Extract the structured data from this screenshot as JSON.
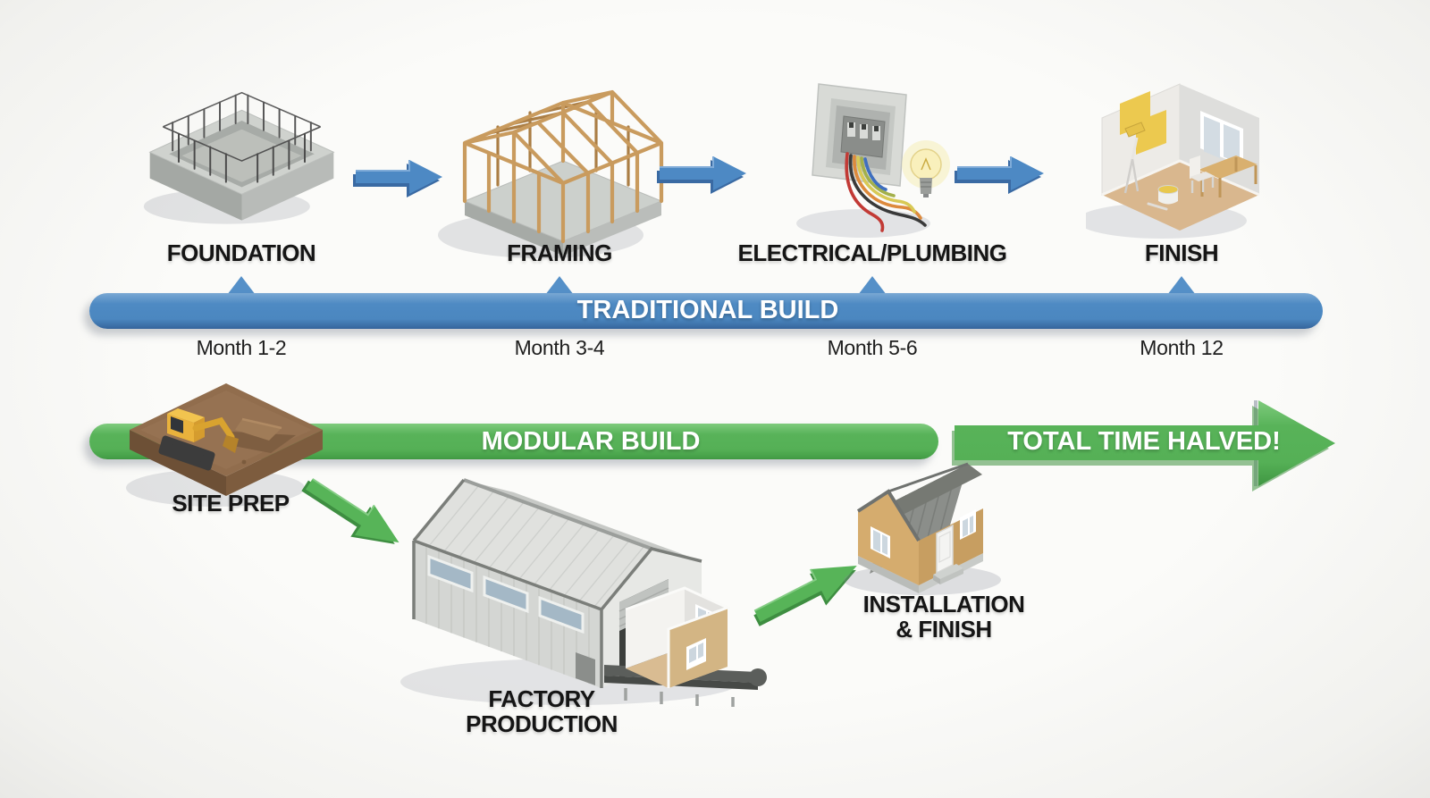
{
  "traditional": {
    "bar_label": "TRADITIONAL BUILD",
    "stages": [
      {
        "label": "FOUNDATION",
        "month": "Month 1-2",
        "icon": "foundation-illustration"
      },
      {
        "label": "FRAMING",
        "month": "Month 3-4",
        "icon": "framing-illustration"
      },
      {
        "label": "ELECTRICAL/PLUMBING",
        "month": "Month 5-6",
        "icon": "electrical-plumbing-illustration"
      },
      {
        "label": "FINISH",
        "month": "Month 12",
        "icon": "finish-room-illustration"
      }
    ]
  },
  "modular": {
    "bar_label": "MODULAR BUILD",
    "arrow_label": "TOTAL TIME HALVED!",
    "stages": [
      {
        "label": "SITE PREP",
        "icon": "site-prep-illustration"
      },
      {
        "label": "FACTORY\nPRODUCTION",
        "icon": "factory-production-illustration"
      },
      {
        "label": "INSTALLATION\n& FINISH",
        "icon": "modular-house-illustration"
      }
    ]
  },
  "colors": {
    "traditional_blue": "#4b87c0",
    "traditional_blue_dark": "#35639a",
    "modular_green": "#55b056",
    "modular_green_dark": "#3f9642",
    "label_text": "#151515",
    "bar_text": "#ffffff",
    "background": "#f7f7f4"
  }
}
